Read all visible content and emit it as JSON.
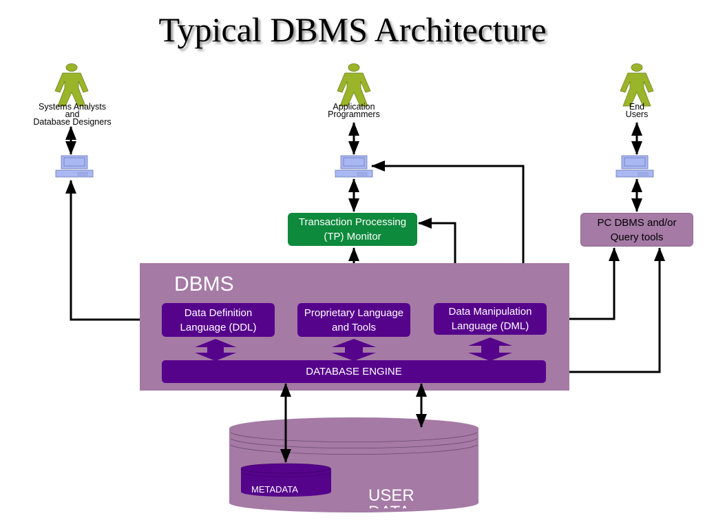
{
  "title": "Typical DBMS Architecture",
  "actors": [
    {
      "id": "analysts",
      "label": "Systems Analysts\nand\nDatabase Designers",
      "icon": "person-icon"
    },
    {
      "id": "programmers",
      "label": "Application\nProgrammers",
      "icon": "person-icon"
    },
    {
      "id": "end-users",
      "label": "End\nUsers",
      "icon": "person-icon"
    }
  ],
  "workstations": [
    {
      "id": "analysts-pc",
      "icon": "computer-icon"
    },
    {
      "id": "programmers-pc",
      "icon": "computer-icon"
    },
    {
      "id": "end-users-pc",
      "icon": "computer-icon"
    }
  ],
  "tp_monitor": {
    "label": "Transaction Processing\n(TP) Monitor"
  },
  "pc_tools": {
    "label": "PC DBMS and/or\nQuery tools"
  },
  "dbms": {
    "label": "DBMS",
    "ddl": "Data Definition\nLanguage (DDL)",
    "proprietary": "Proprietary Language\nand Tools",
    "dml": "Data Manipulation\nLanguage (DML)",
    "engine": "DATABASE ENGINE"
  },
  "storage": {
    "metadata": "METADATA",
    "user_data": "USER\nDATA"
  },
  "colors": {
    "person": "#9bb52a",
    "computer": "#a9b8f3",
    "tp_monitor": "#0d8a3c",
    "dbms_panel": "#a57aa5",
    "dbms_component": "#56038c",
    "arrow": "#000000"
  }
}
